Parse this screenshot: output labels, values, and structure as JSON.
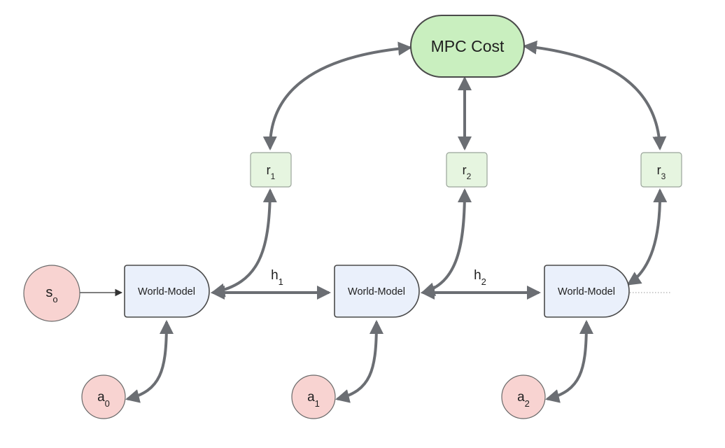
{
  "diagram": {
    "cost": {
      "label": "MPC Cost"
    },
    "rewards": [
      {
        "base": "r",
        "sub": "1"
      },
      {
        "base": "r",
        "sub": "2"
      },
      {
        "base": "r",
        "sub": "3"
      }
    ],
    "models": [
      {
        "label": "World-Model"
      },
      {
        "label": "World-Model"
      },
      {
        "label": "World-Model"
      }
    ],
    "hidden": [
      {
        "base": "h",
        "sub": "1"
      },
      {
        "base": "h",
        "sub": "2"
      }
    ],
    "initial_state": {
      "base": "s",
      "sub": "o"
    },
    "actions": [
      {
        "base": "a",
        "sub": "0"
      },
      {
        "base": "a",
        "sub": "1"
      },
      {
        "base": "a",
        "sub": "2"
      }
    ],
    "colors": {
      "cost_fill": "#c9efbf",
      "cost_stroke": "#4a4a4a",
      "reward_fill": "#e6f5e0",
      "reward_stroke": "#9aa39a",
      "model_fill": "#eaf0fb",
      "model_stroke": "#4a4a4a",
      "circle_fill": "#f8d3d1",
      "circle_stroke": "#6a6a6a",
      "arrow": "#6b6e73"
    }
  }
}
